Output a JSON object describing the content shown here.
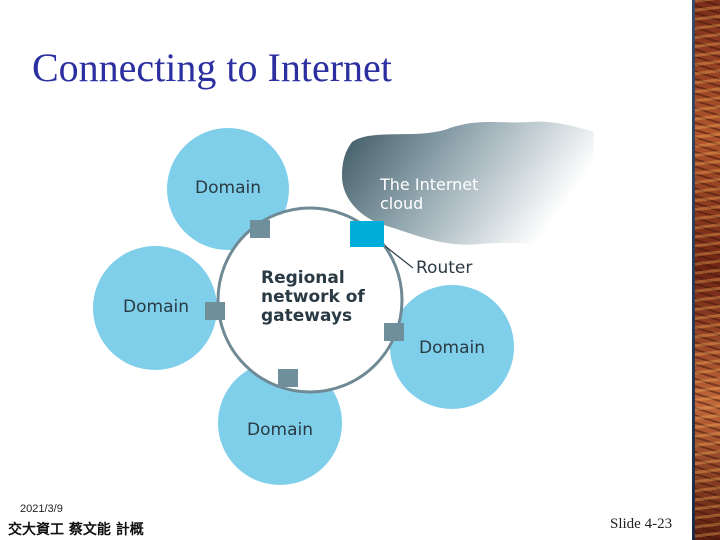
{
  "title": "Connecting to Internet",
  "diagram": {
    "domain_label": "Domain",
    "cloud_label_line1": "The Internet",
    "cloud_label_line2": "cloud",
    "router_label": "Router",
    "regional_line1": "Regional",
    "regional_line2": "network of",
    "regional_line3": "gateways"
  },
  "colors": {
    "domain_fill": "#7fcfea",
    "gateway_fill": "#6f8f9a",
    "router_fill": "#00aed9",
    "ring_stroke": "#6f8a94",
    "title_color": "#2b2fa0"
  },
  "footer": {
    "date": "2021/3/9",
    "author": "交大資工 蔡文能 計概",
    "slide": "Slide 4-23"
  }
}
